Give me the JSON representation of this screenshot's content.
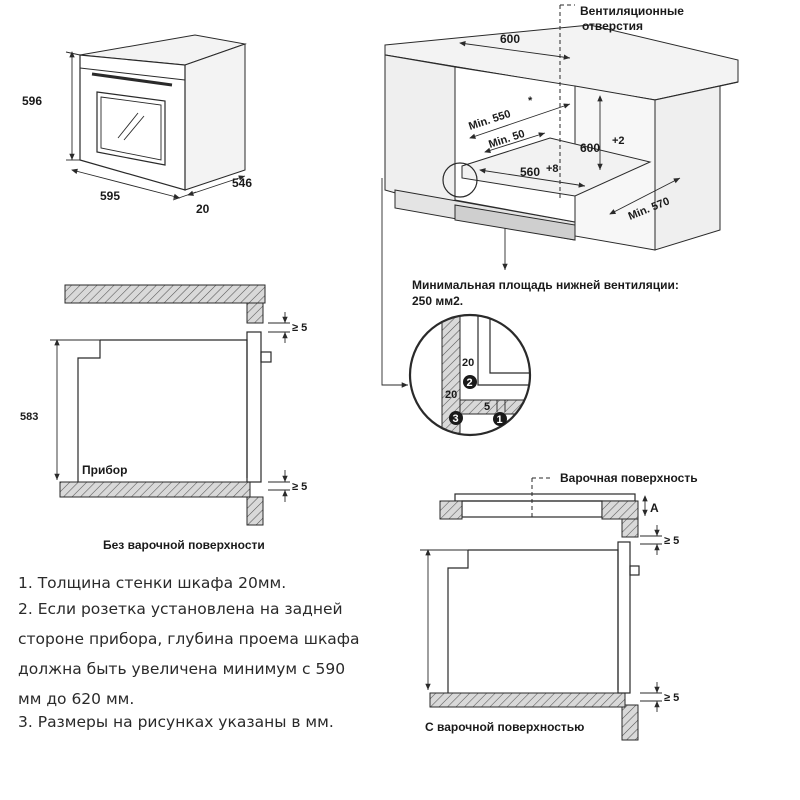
{
  "oven_view": {
    "height": "596",
    "width": "595",
    "depth": "546",
    "door": "20"
  },
  "cabinet_view": {
    "vent_label_line1": "Вентиляционные",
    "vent_label_line2": "отверстия",
    "width_600": "600",
    "min_550": "Min. 550",
    "min_550_mark": "*",
    "min_50": "Min. 50",
    "height_600": "600",
    "height_tol": "+2",
    "depth_560": "560",
    "depth_tol": "+8",
    "min_570": "Min. 570",
    "bottom_vent_line1": "Минимальная площадь нижней вентиляции:",
    "bottom_vent_line2": "250 мм2."
  },
  "detail_view": {
    "dim_20_top": "20",
    "dim_20_left": "20",
    "dim_5": "5",
    "marker_1": "1",
    "marker_2": "2",
    "marker_3": "3"
  },
  "no_hob_view": {
    "height": "583",
    "gap_top": "≥ 5",
    "gap_bottom": "≥ 5",
    "device_label": "Прибор",
    "caption": "Без варочной поверхности"
  },
  "with_hob_view": {
    "hob_label": "Варочная поверхность",
    "dim_a": "A",
    "gap_top": "≥ 5",
    "gap_bottom": "≥ 5",
    "caption": "С варочной поверхностью"
  },
  "notes": [
    "1. Толщина стенки шкафа 20мм.",
    "2. Если розетка установлена на задней",
    "стороне прибора, глубина проема шкафа",
    "должна быть увеличена минимум с 590",
    "мм до 620 мм.",
    "3. Размеры на рисунках указаны в мм."
  ]
}
